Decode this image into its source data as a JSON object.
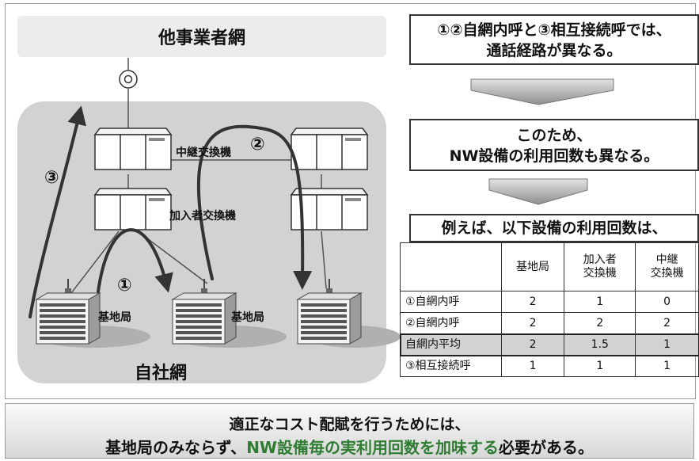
{
  "diagram": {
    "other_network": "他事業者網",
    "own_network": "自社網",
    "transit_switch": "中継交換機",
    "subscriber_switch": "加入者交換機",
    "base_station_1": "基地局",
    "base_station_2": "基地局",
    "marker_1": "①",
    "marker_2": "②",
    "marker_3": "③"
  },
  "explanation": {
    "box1_line1": "①②自網内呼と③相互接続呼では、",
    "box1_line2": "通話経路が異なる。",
    "box2_line1": "このため、",
    "box2_line2": "NW設備の利用回数も異なる。",
    "box3": "例えば、以下設備の利用回数は、"
  },
  "table": {
    "headers": [
      {
        "l1": "基地局",
        "l2": ""
      },
      {
        "l1": "加入者",
        "l2": "交換機"
      },
      {
        "l1": "中継",
        "l2": "交換機"
      }
    ],
    "rows": [
      {
        "label": "①自網内呼",
        "values": [
          "2",
          "1",
          "0"
        ]
      },
      {
        "label": "②自網内呼",
        "values": [
          "2",
          "2",
          "2"
        ]
      },
      {
        "label": "自網内平均",
        "values": [
          "2",
          "1.5",
          "1"
        ]
      },
      {
        "label": "③相互接続呼",
        "values": [
          "1",
          "1",
          "1"
        ]
      }
    ]
  },
  "conclusion": {
    "line1": "適正なコスト配賦を行うためには、",
    "line2_prefix": "基地局のみならず、",
    "line2_highlight": "NW設備毎の実利用回数を加味する",
    "line2_suffix": "必要がある。"
  },
  "colors": {
    "arrow": "#555555",
    "highlight": "#2e7d32",
    "own_network_bg": "#d2d2d2"
  }
}
